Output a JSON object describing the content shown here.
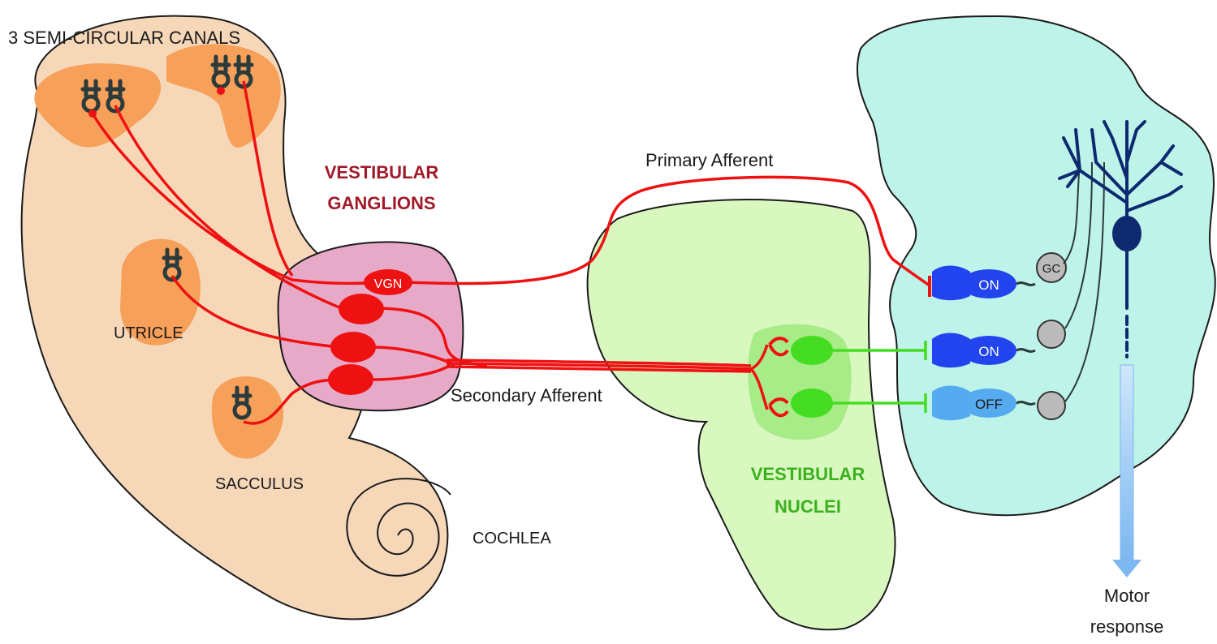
{
  "labels": {
    "canals": "3 SEMI-CIRCULAR CANALS",
    "ganglions_line1": "VESTIBULAR",
    "ganglions_line2": "GANGLIONS",
    "vgn": "VGN",
    "utricle": "UTRICLE",
    "sacculus": "SACCULUS",
    "cochlea": "COCHLEA",
    "primary_afferent": "Primary Afferent",
    "secondary_afferent": "Secondary Afferent",
    "nuclei_line1": "VESTIBULAR",
    "nuclei_line2": "NUCLEI",
    "on_1": "ON",
    "on_2": "ON",
    "off": "OFF",
    "gc": "GC",
    "motor_line1": "Motor",
    "motor_line2": "response"
  },
  "colors": {
    "ear": "#F6D7B8",
    "organ": "#F6A05A",
    "ganglion": "#E7A9C8",
    "nuclei": "#D8F8C0",
    "nuclei_core": "#A8EC88",
    "cerebellum": "#BDF3E8",
    "afferent": "#EE1111",
    "secondary": "#44DD22",
    "on_cell": "#2244EE",
    "off_cell": "#55AAF0",
    "golgi": "#BBBBBB",
    "purkinje": "#0D2A70",
    "ganglions_text": "#A01A2A",
    "nuclei_text": "#3CB01E",
    "arrow": "#8CC4F4"
  }
}
